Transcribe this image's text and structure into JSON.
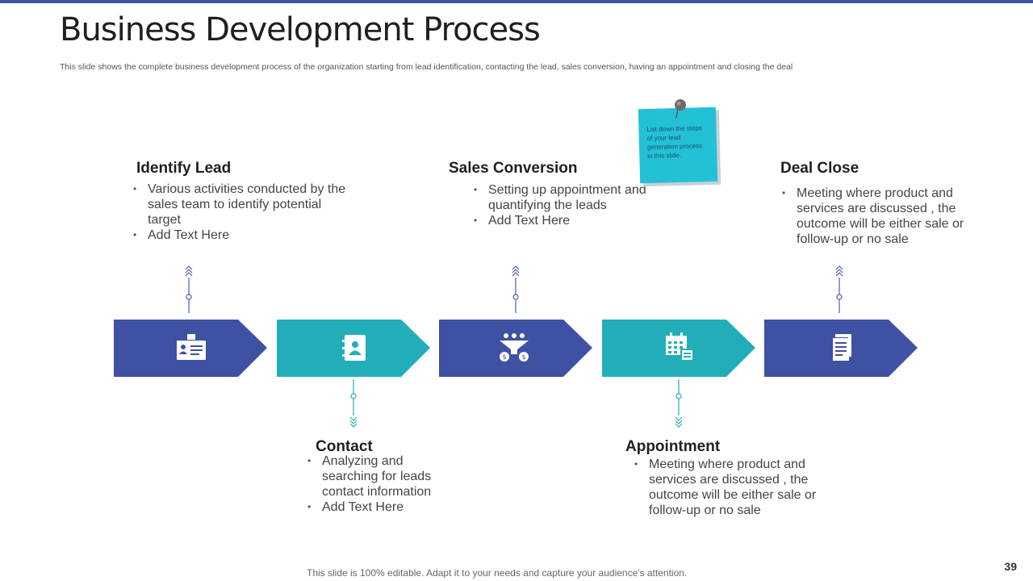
{
  "title": "Business Development Process",
  "subtitle": "This slide shows the complete business development process of the organization starting from lead identification, contacting the lead, sales conversion, having an appointment and closing the deal",
  "colors": {
    "navy": "#3f51a3",
    "teal": "#22aeb8",
    "note": "#22c1d6",
    "connector": "#4a5dbf"
  },
  "steps": [
    {
      "heading": "Identify Lead",
      "icon": "id-card-icon",
      "bullets": [
        "Various activities conducted by the sales team to identify potential target",
        "Add Text Here"
      ]
    },
    {
      "heading": "Contact",
      "icon": "address-book-icon",
      "bullets": [
        "Analyzing and searching for leads contact information",
        "Add Text Here"
      ]
    },
    {
      "heading": "Sales Conversion",
      "icon": "sales-funnel-icon",
      "bullets": [
        "Setting up appointment and quantifying the leads",
        "Add Text Here"
      ]
    },
    {
      "heading": "Appointment",
      "icon": "calendar-icon",
      "bullets": [
        "Meeting where product and services are discussed , the outcome will be either sale or follow-up or no sale"
      ]
    },
    {
      "heading": "Deal Close",
      "icon": "document-icon",
      "bullets": [
        "Meeting where product and services are discussed , the outcome will be either sale or follow-up or no sale"
      ]
    }
  ],
  "note": {
    "text": "List down the steps of your lead generation process in this slide."
  },
  "footer": "This slide is 100% editable. Adapt it to your needs and capture your audience's attention.",
  "page_number": "39"
}
